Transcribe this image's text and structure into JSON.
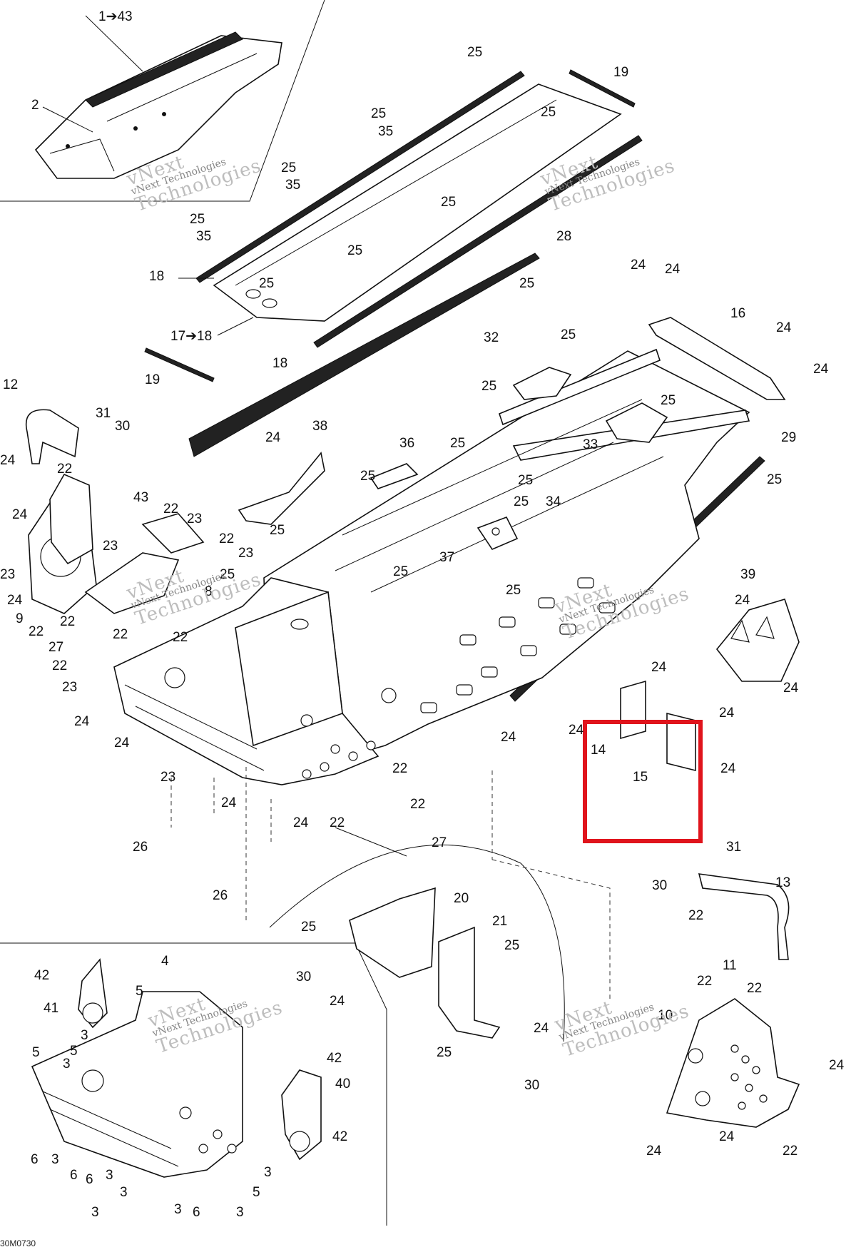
{
  "diagram_code": "30M0730",
  "highlight_color": "#e0141c",
  "watermark": {
    "line1": "vNext",
    "line2": "Technologies",
    "line3": "vNext Technologies"
  },
  "callouts": {
    "c1_43": "1➔43",
    "c2": "2",
    "c3": "3",
    "c4": "4",
    "c5": "5",
    "c6": "6",
    "c8": "8",
    "c9": "9",
    "c10": "10",
    "c11": "11",
    "c12": "12",
    "c13": "13",
    "c14": "14",
    "c15": "15",
    "c16": "16",
    "c17_18": "17➔18",
    "c18": "18",
    "c19": "19",
    "c20": "20",
    "c21": "21",
    "c22": "22",
    "c23": "23",
    "c24": "24",
    "c25": "25",
    "c26": "26",
    "c27": "27",
    "c28": "28",
    "c29": "29",
    "c30": "30",
    "c31": "31",
    "c32": "32",
    "c33": "33",
    "c34": "34",
    "c35": "35",
    "c36": "36",
    "c37": "37",
    "c38": "38",
    "c39": "39",
    "c40": "40",
    "c41": "41",
    "c42": "42",
    "c43": "43"
  }
}
